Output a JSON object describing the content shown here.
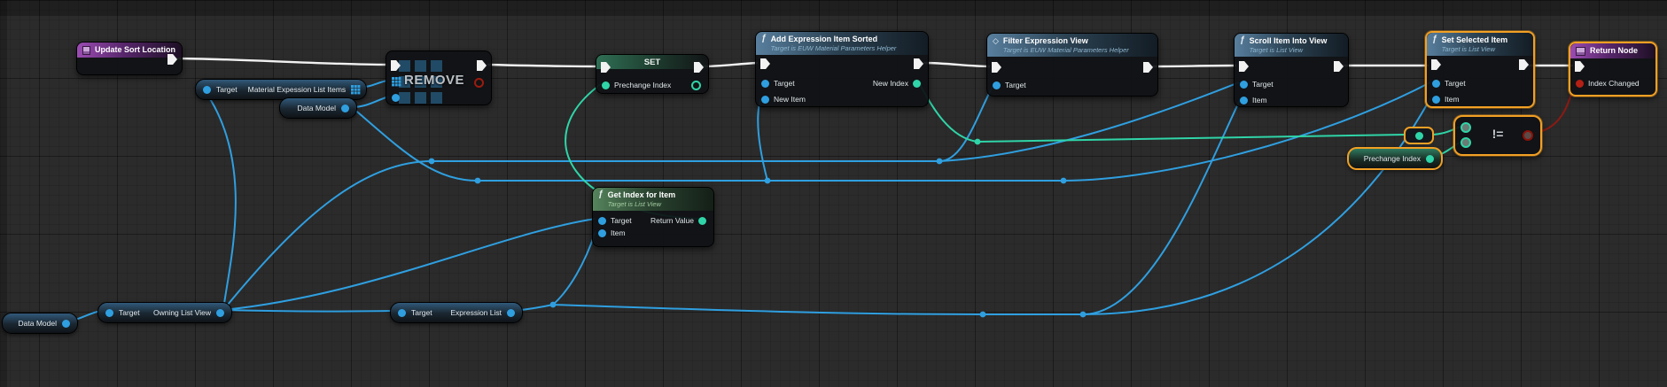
{
  "graph": {
    "colors": {
      "background": "#2b2b2b",
      "exec_wire": "#f2f2f2",
      "object_wire": "#2f9fe0",
      "int_wire": "#2fd5a8",
      "bool_wire": "#8b1a12",
      "selection": "#f2a024",
      "header_function": "#587f9e",
      "header_pure": "#55845c",
      "header_event": "#9b4cb2"
    },
    "icons": {
      "function": "ƒ",
      "macro": "◇"
    }
  },
  "nodes": {
    "update_sort": {
      "title": "Update Sort Location"
    },
    "mat_getter": {
      "target": "Target",
      "label": "Material Expession List Items"
    },
    "data_model_top": {
      "label": "Data Model"
    },
    "remove": {
      "title": "REMOVE"
    },
    "set_node": {
      "title": "SET",
      "pin": "Prechange Index"
    },
    "add_expr": {
      "title": "Add Expression Item Sorted",
      "subtitle": "Target is EUW Material Parameters Helper",
      "target": "Target",
      "new_item": "New Item",
      "new_index": "New Index"
    },
    "filter": {
      "title": "Filter Expression View",
      "subtitle": "Target is EUW Material Parameters Helper",
      "target": "Target"
    },
    "scroll": {
      "title": "Scroll Item Into View",
      "subtitle": "Target is List View",
      "target": "Target",
      "item": "Item"
    },
    "set_selected": {
      "title": "Set Selected Item",
      "subtitle": "Target is List View",
      "target": "Target",
      "item": "Item"
    },
    "return_node": {
      "title": "Return Node",
      "pin": "Index Changed"
    },
    "get_index": {
      "title": "Get Index for Item",
      "subtitle": "Target is List View",
      "target": "Target",
      "item": "Item",
      "return_value": "Return Value"
    },
    "neq": {
      "symbol": "!="
    },
    "prechange_pill": {
      "label": "Prechange Index"
    },
    "data_model_bottom": {
      "label": "Data Model"
    },
    "owning_getter": {
      "target": "Target",
      "label": "Owning List View"
    },
    "expr_getter": {
      "target": "Target",
      "label": "Expression List"
    }
  }
}
